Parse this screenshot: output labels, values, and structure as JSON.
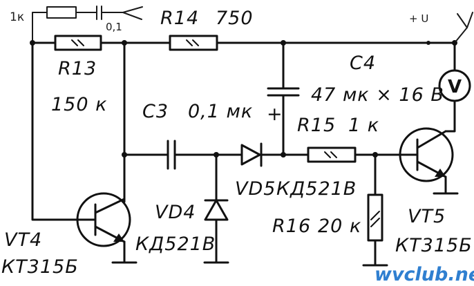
{
  "labels": {
    "r13_ref": "R13",
    "r13_val": "150 к",
    "r14_ref": "R14",
    "r14_val": "750",
    "c3_ref": "C3",
    "c3_val": "0,1 мк",
    "c4_ref": "C4",
    "c4_val": "47 мк × 16 В",
    "r15_ref": "R15",
    "r15_val": "1 к",
    "r16_ref": "R16",
    "r16_val": "20 к",
    "vd4_ref": "VD4",
    "vd4_type": "КД521В",
    "vd5_ref": "VD5",
    "vd5_type": "КД521В",
    "vt4_ref": "VT4",
    "vt4_type": "КТ315Б",
    "vt5_ref": "VT5",
    "vt5_type": "КТ315Б",
    "meter_symbol": "V",
    "supply": "+ U",
    "plus_sign": "+"
  },
  "annotation": {
    "resistor_value": "1к",
    "capacitor_value": "0,1"
  },
  "watermark": "wvclub.net"
}
